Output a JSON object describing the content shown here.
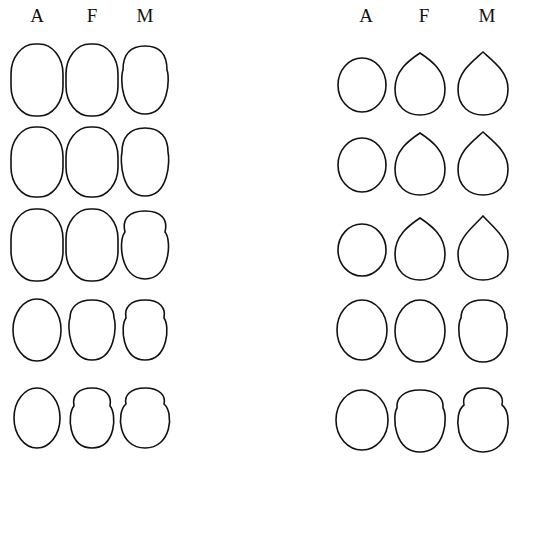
{
  "diagram": {
    "labels": [
      "A",
      "F",
      "M",
      "A",
      "F",
      "M"
    ]
  }
}
